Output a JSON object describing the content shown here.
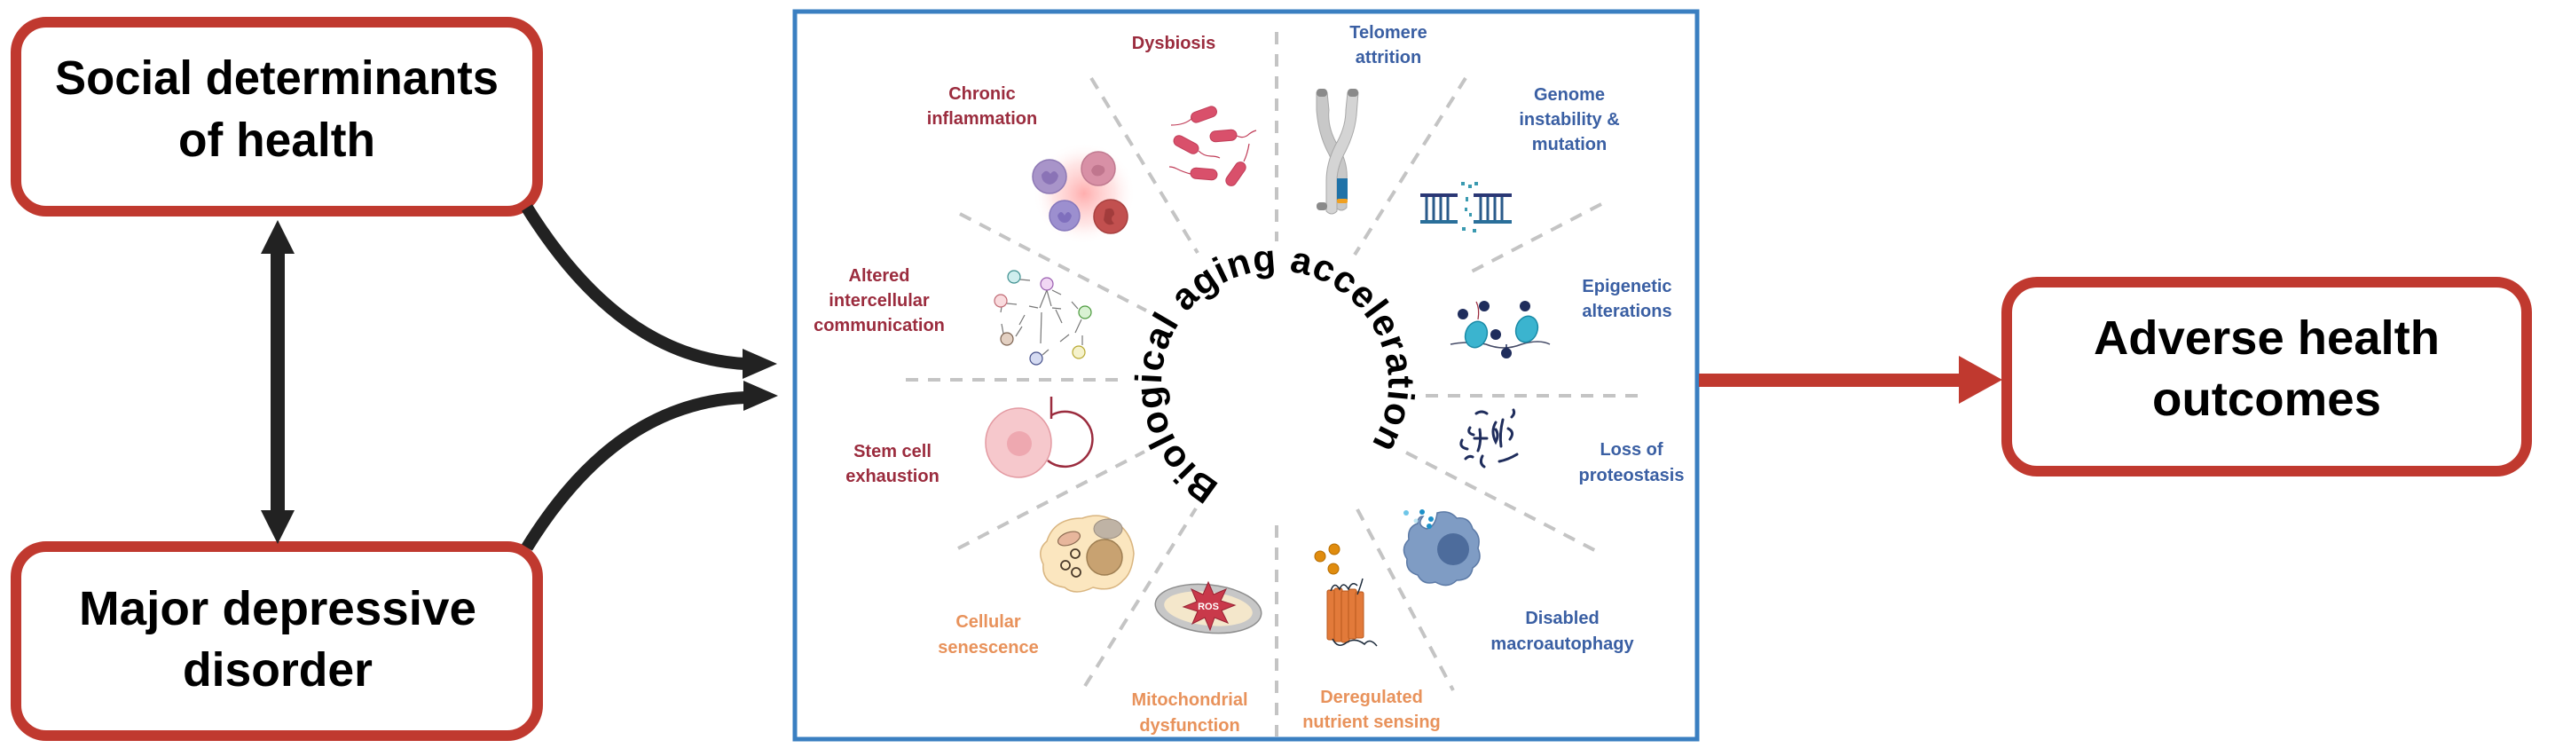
{
  "colors": {
    "box_border": "#c0392f",
    "panel_border": "#3a7fc1",
    "arrow_dark": "#222222",
    "arrow_red": "#c0392f",
    "label_red": "#9b2c3e",
    "label_blue": "#3a5fa3",
    "label_orange": "#e8925b"
  },
  "left_boxes": {
    "social": {
      "line1": "Social determinants",
      "line2": "of health"
    },
    "mdd": {
      "line1": "Major depressive",
      "line2": "disorder"
    }
  },
  "center_panel": {
    "ring_title": "Biological aging acceleration",
    "hallmarks": {
      "dysbiosis": {
        "lines": [
          "Dysbiosis"
        ],
        "icon": "bacteria-icon",
        "color": "red"
      },
      "telomere": {
        "lines": [
          "Telomere",
          "attrition"
        ],
        "icon": "chromosome-icon",
        "color": "blue"
      },
      "genome": {
        "lines": [
          "Genome",
          "instability &",
          "mutation"
        ],
        "icon": "dna-break-icon",
        "color": "blue"
      },
      "epigenetic": {
        "lines": [
          "Epigenetic",
          "alterations"
        ],
        "icon": "nucleosome-icon",
        "color": "blue"
      },
      "proteostasis": {
        "lines": [
          "Loss of",
          "proteostasis"
        ],
        "icon": "misfolded-protein-icon",
        "color": "blue"
      },
      "autophagy": {
        "lines": [
          "Disabled",
          "macroautophagy"
        ],
        "icon": "autophagy-cell-icon",
        "color": "blue"
      },
      "nutrient": {
        "lines": [
          "Deregulated",
          "nutrient sensing"
        ],
        "icon": "receptor-icon",
        "color": "orange"
      },
      "mitochondrial": {
        "lines": [
          "Mitochondrial",
          "dysfunction"
        ],
        "icon": "mitochondrion-icon",
        "color": "orange",
        "icon_text": "ROS"
      },
      "senescence": {
        "lines": [
          "Cellular",
          "senescence"
        ],
        "icon": "senescent-cell-icon",
        "color": "orange"
      },
      "stem_cell": {
        "lines": [
          "Stem cell",
          "exhaustion"
        ],
        "icon": "stem-cell-icon",
        "color": "red"
      },
      "intercellular": {
        "lines": [
          "Altered",
          "intercellular",
          "communication"
        ],
        "icon": "cell-network-icon",
        "color": "red"
      },
      "inflammation": {
        "lines": [
          "Chronic",
          "inflammation"
        ],
        "icon": "immune-cells-icon",
        "color": "red"
      }
    }
  },
  "right_box": {
    "line1": "Adverse health",
    "line2": "outcomes"
  }
}
